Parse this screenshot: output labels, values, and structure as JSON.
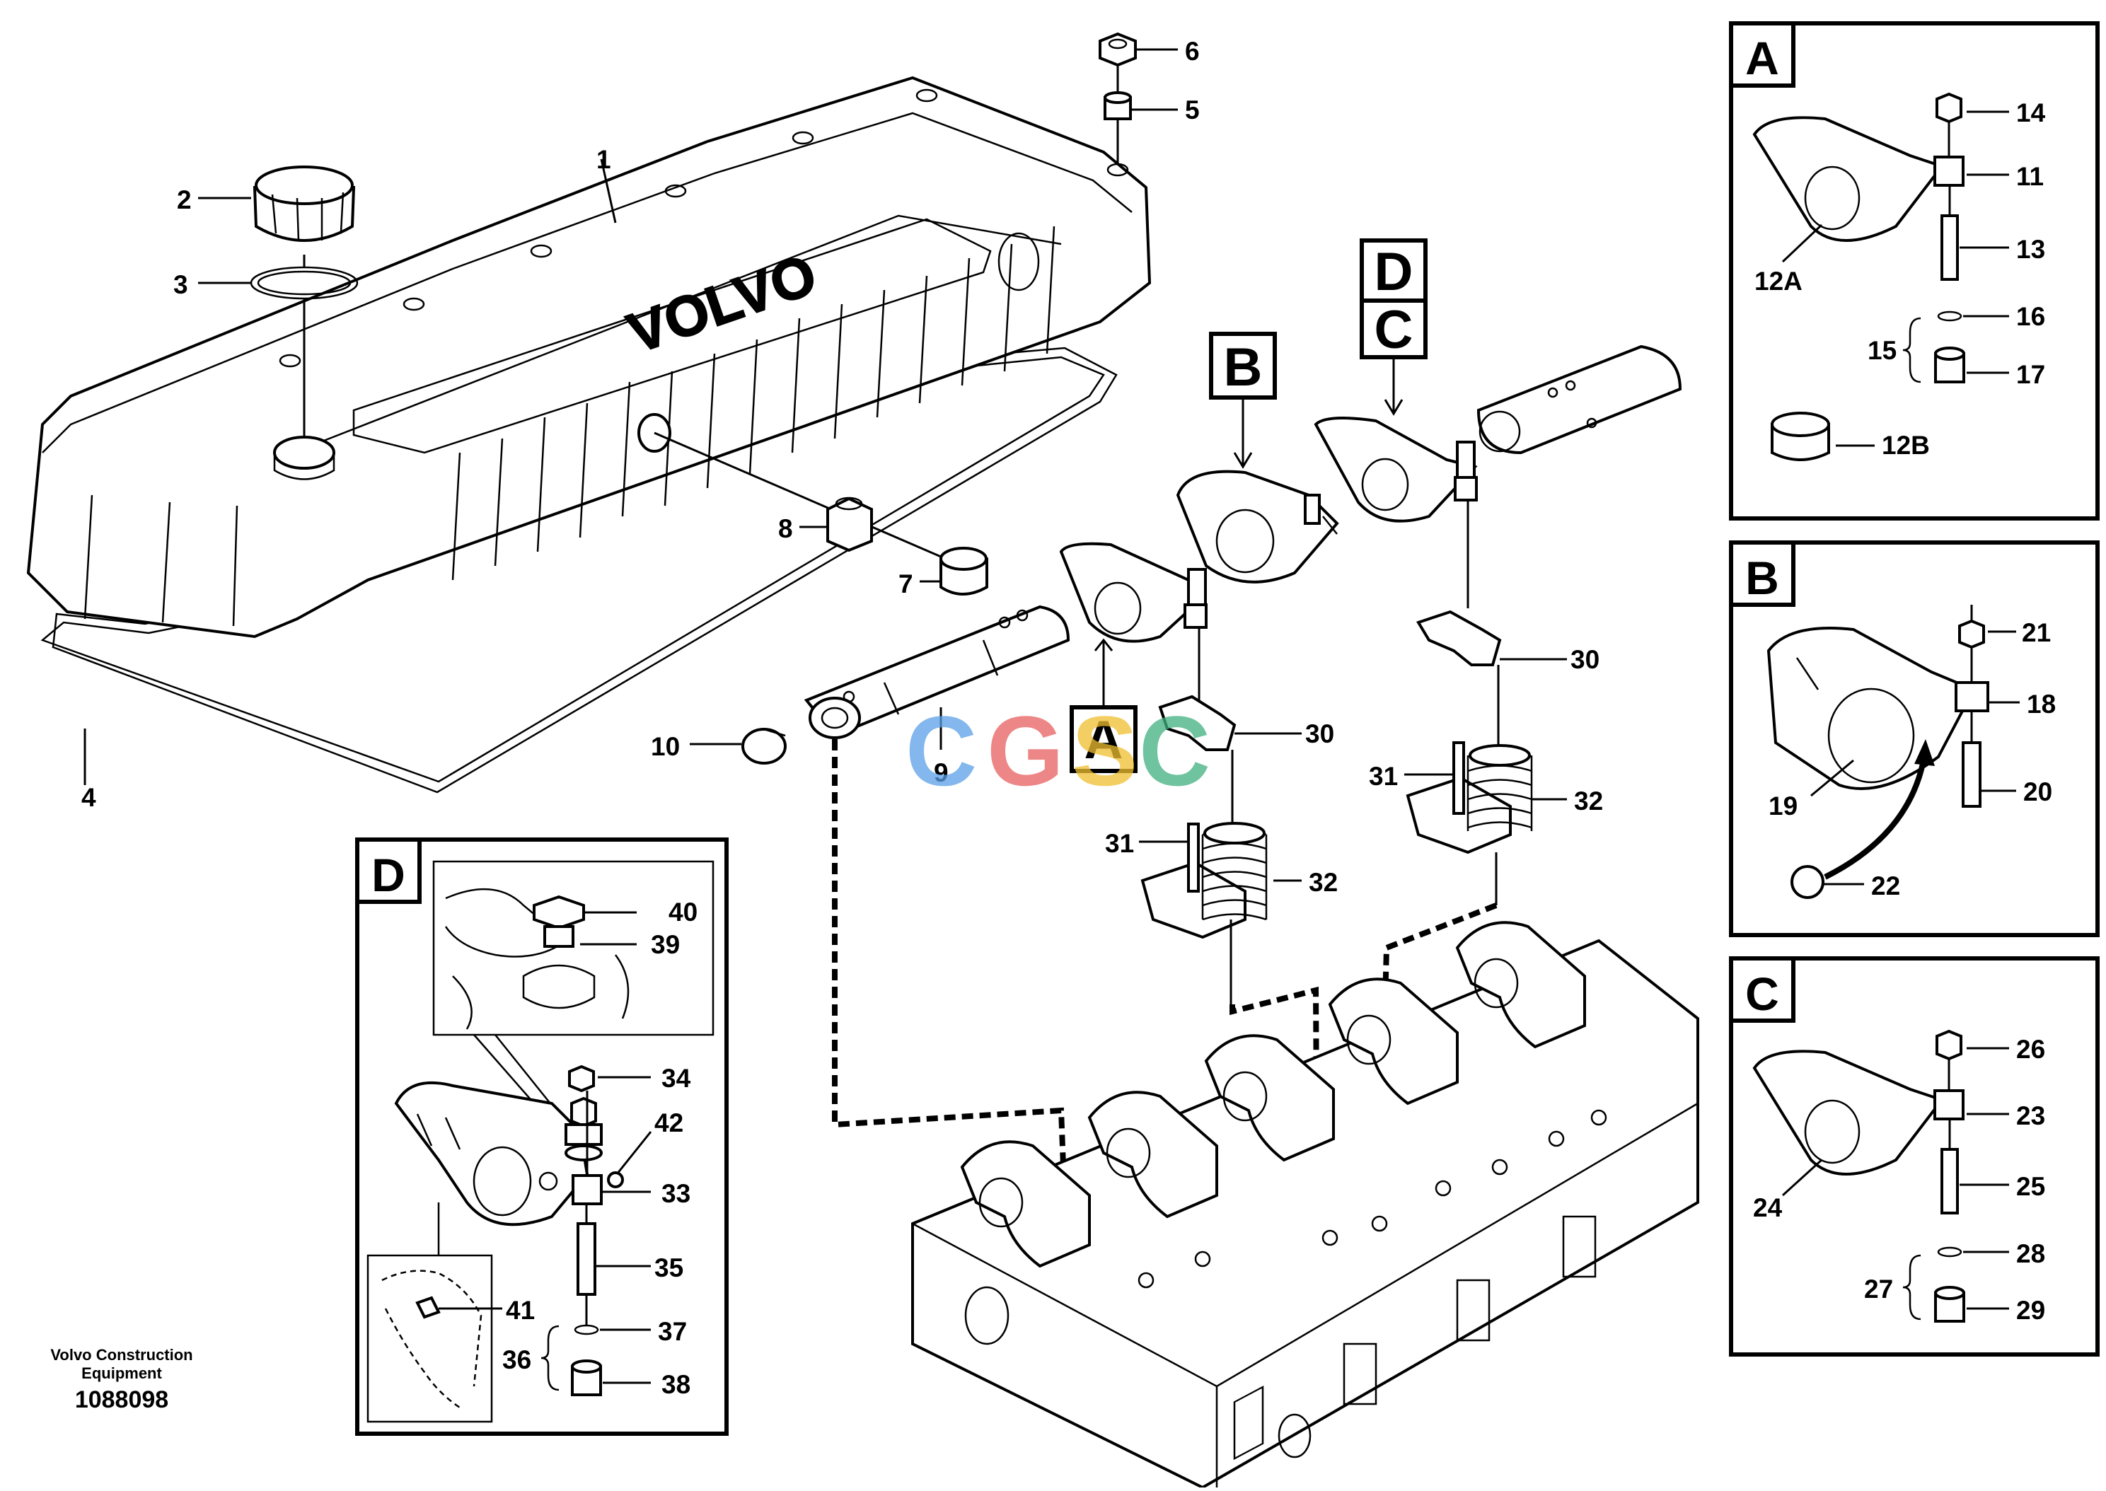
{
  "labels": {
    "p1": "1",
    "p2": "2",
    "p3": "3",
    "p4": "4",
    "p5": "5",
    "p6": "6",
    "p7": "7",
    "p8": "8",
    "p9": "9",
    "p10": "10",
    "p11": "11",
    "p12A": "12A",
    "p12B": "12B",
    "p13": "13",
    "p14": "14",
    "p15": "15",
    "p16": "16",
    "p17": "17",
    "p18": "18",
    "p19": "19",
    "p20": "20",
    "p21": "21",
    "p22": "22",
    "p23": "23",
    "p24": "24",
    "p25": "25",
    "p26": "26",
    "p27": "27",
    "p28": "28",
    "p29": "29",
    "p30a": "30",
    "p30b": "30",
    "p31a": "31",
    "p31b": "31",
    "p32a": "32",
    "p32b": "32",
    "p33": "33",
    "p34": "34",
    "p35": "35",
    "p36": "36",
    "p37": "37",
    "p38": "38",
    "p39": "39",
    "p40": "40",
    "p41": "41",
    "p42": "42"
  },
  "callouts": {
    "A": "A",
    "B": "B",
    "C": "C",
    "D": "D"
  },
  "panels": {
    "A": "A",
    "B": "B",
    "C": "C",
    "D": "D"
  },
  "cover_logo_text": "VOLVO",
  "watermark": {
    "text": "CGSC",
    "colors": [
      "#5aa0e8",
      "#e86060",
      "#f0c030",
      "#40b080"
    ]
  },
  "footer": {
    "company_line1": "Volvo Construction",
    "company_line2": "Equipment",
    "drawing_number": "1088098"
  }
}
